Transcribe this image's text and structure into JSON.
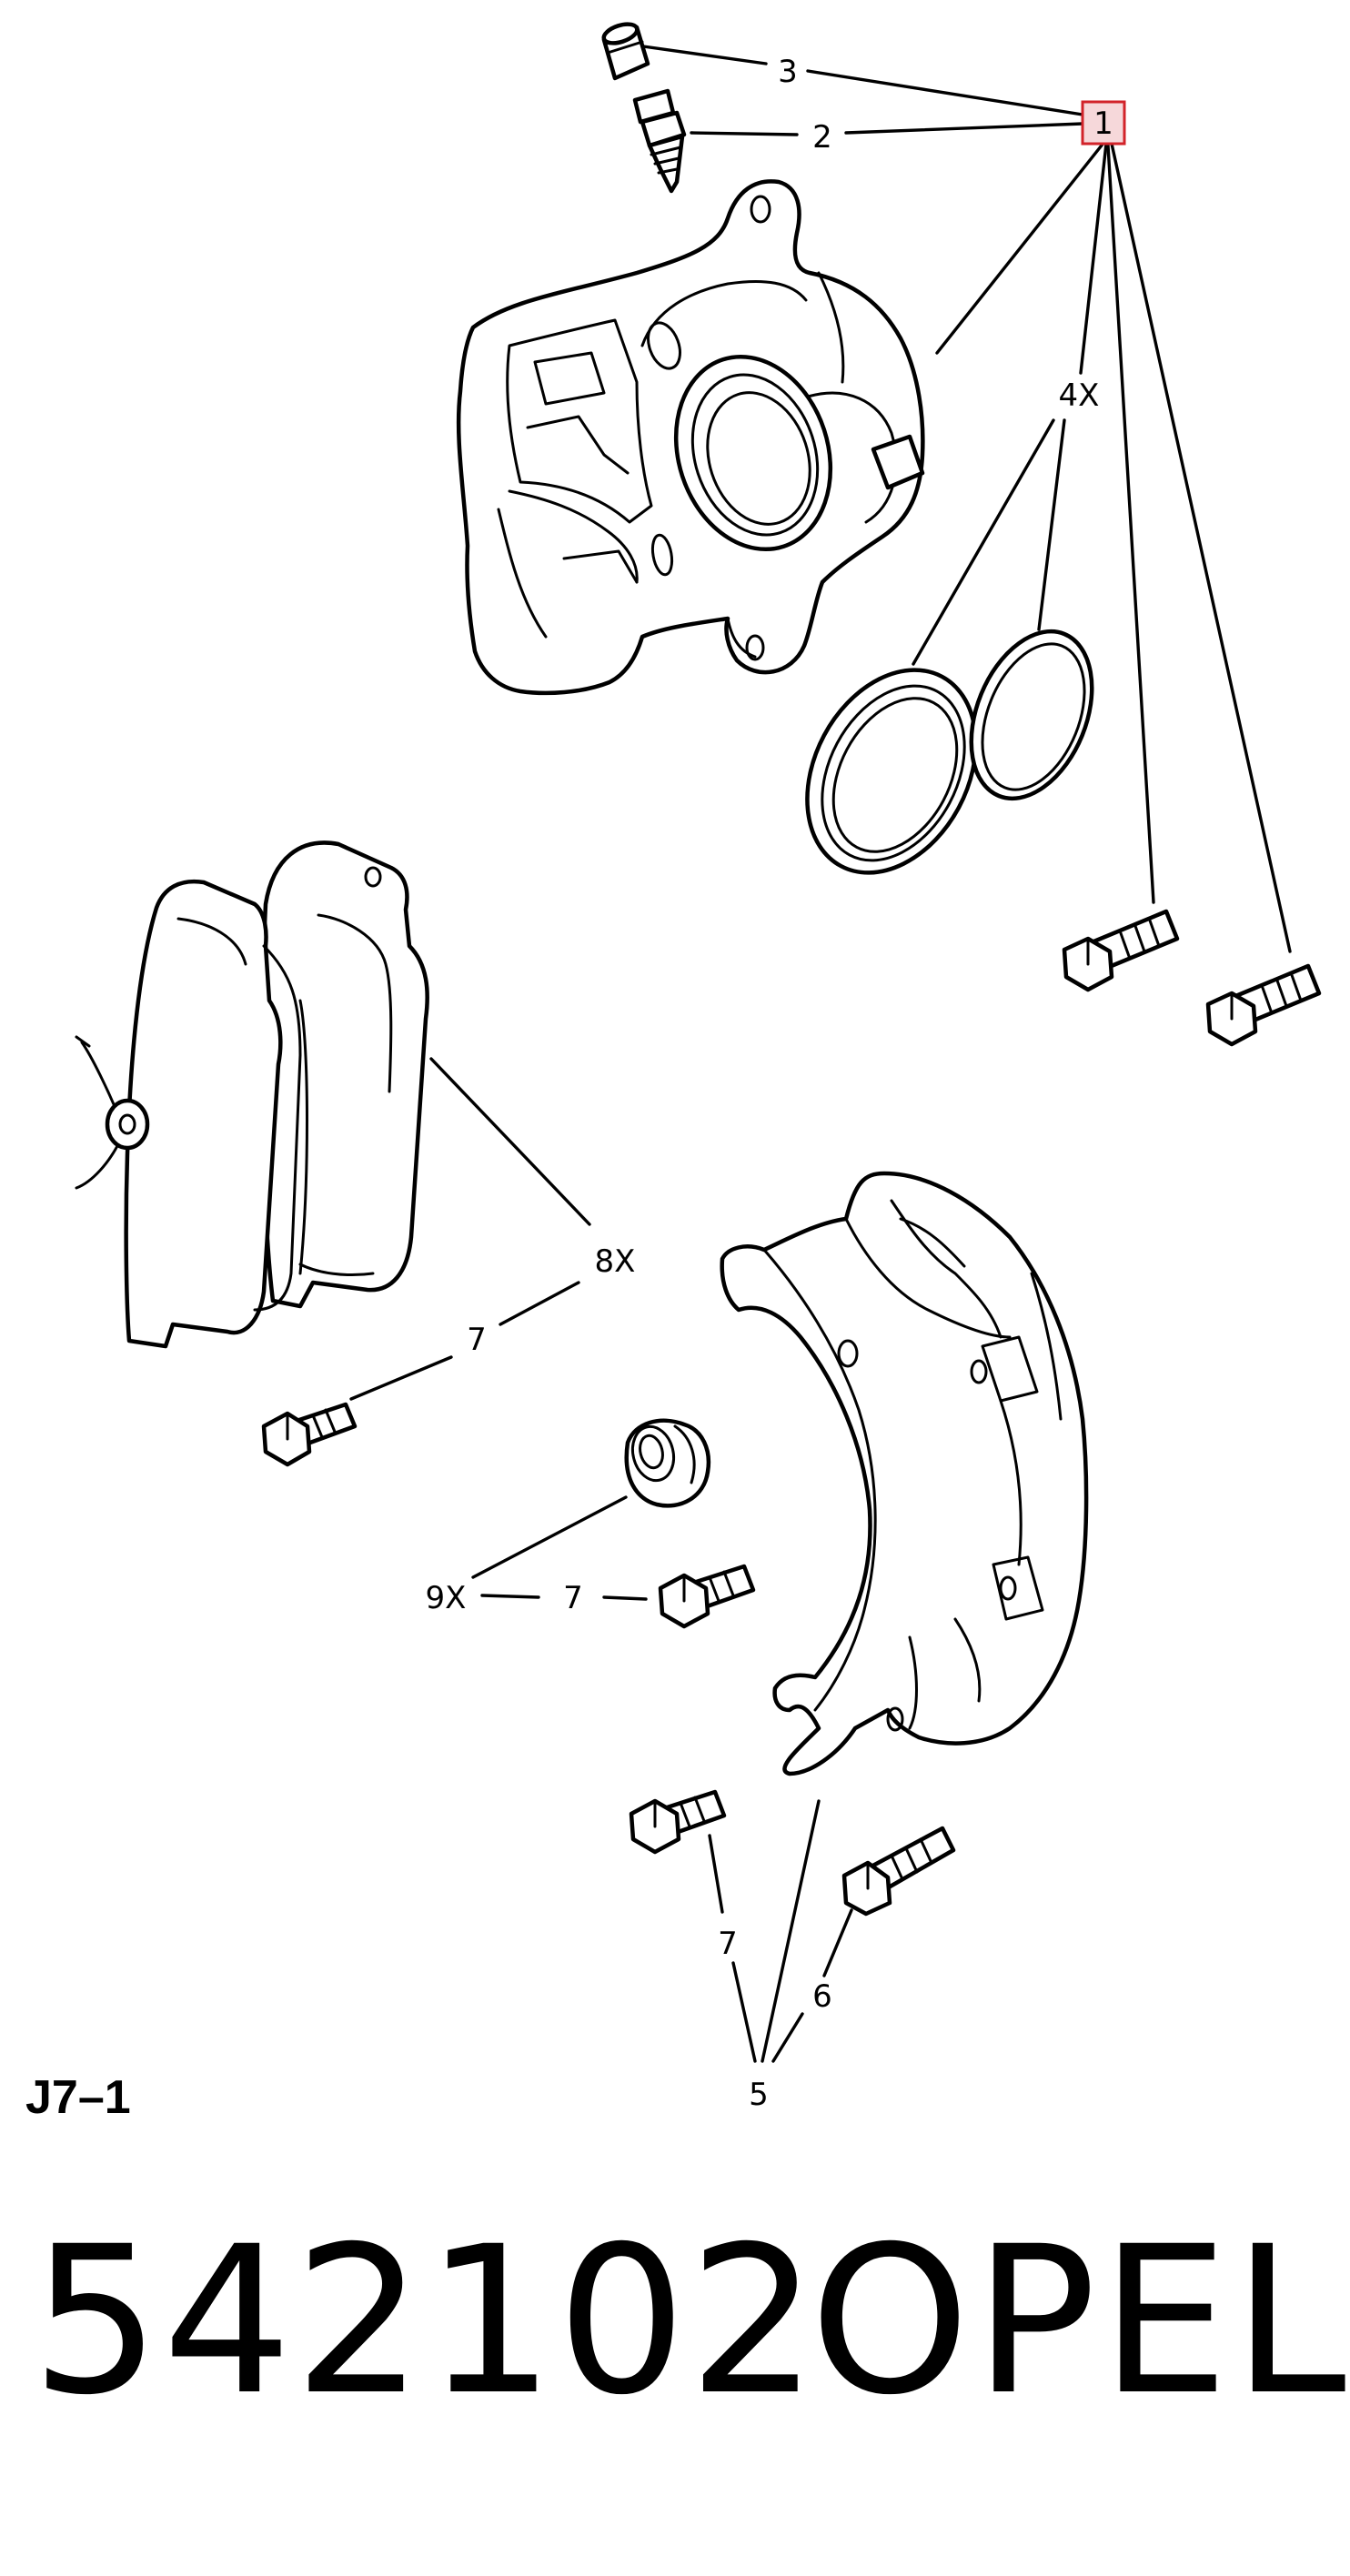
{
  "callouts": {
    "item1": "1",
    "item2": "2",
    "item3": "3",
    "qty4x": "4X",
    "qty8x": "8X",
    "item7_pads": "7",
    "qty9x": "9X",
    "item7_mid": "7",
    "item7_low": "7",
    "item6": "6",
    "item5": "5"
  },
  "figure_code": "J7–1",
  "part_number": "542102",
  "brand": "OPEL",
  "colors": {
    "highlight_fill": "#f6d8da",
    "highlight_stroke": "#d2232a",
    "ink": "#000000"
  }
}
